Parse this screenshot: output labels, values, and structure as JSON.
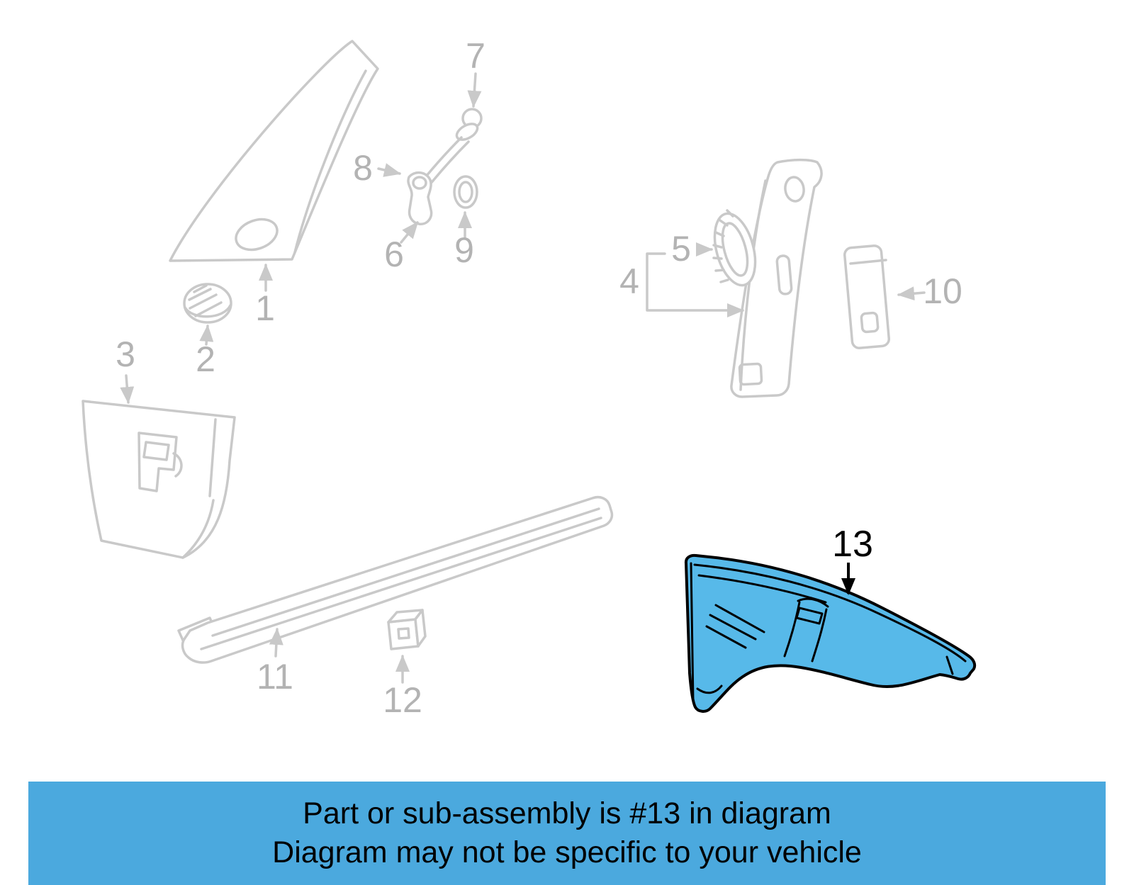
{
  "banner": {
    "line1": "Part or sub-assembly is #13 in diagram",
    "line2": "Diagram may not be specific to your vehicle",
    "bg_color": "#4BA9DE",
    "text_color": "#000000"
  },
  "diagram": {
    "type": "exploded-parts-diagram",
    "subject": "Interior trim - pillars and sill plates",
    "line_color": "#C9C9C9",
    "label_color": "#B3B3B3",
    "highlight_fill": "#57B9E9",
    "highlight_outline": "#000000",
    "highlighted_part": "13",
    "labels": [
      {
        "text": "1"
      },
      {
        "text": "2"
      },
      {
        "text": "3"
      },
      {
        "text": "4"
      },
      {
        "text": "5"
      },
      {
        "text": "6"
      },
      {
        "text": "7"
      },
      {
        "text": "8"
      },
      {
        "text": "9"
      },
      {
        "text": "10"
      },
      {
        "text": "11"
      },
      {
        "text": "12"
      },
      {
        "text": "13"
      }
    ]
  }
}
